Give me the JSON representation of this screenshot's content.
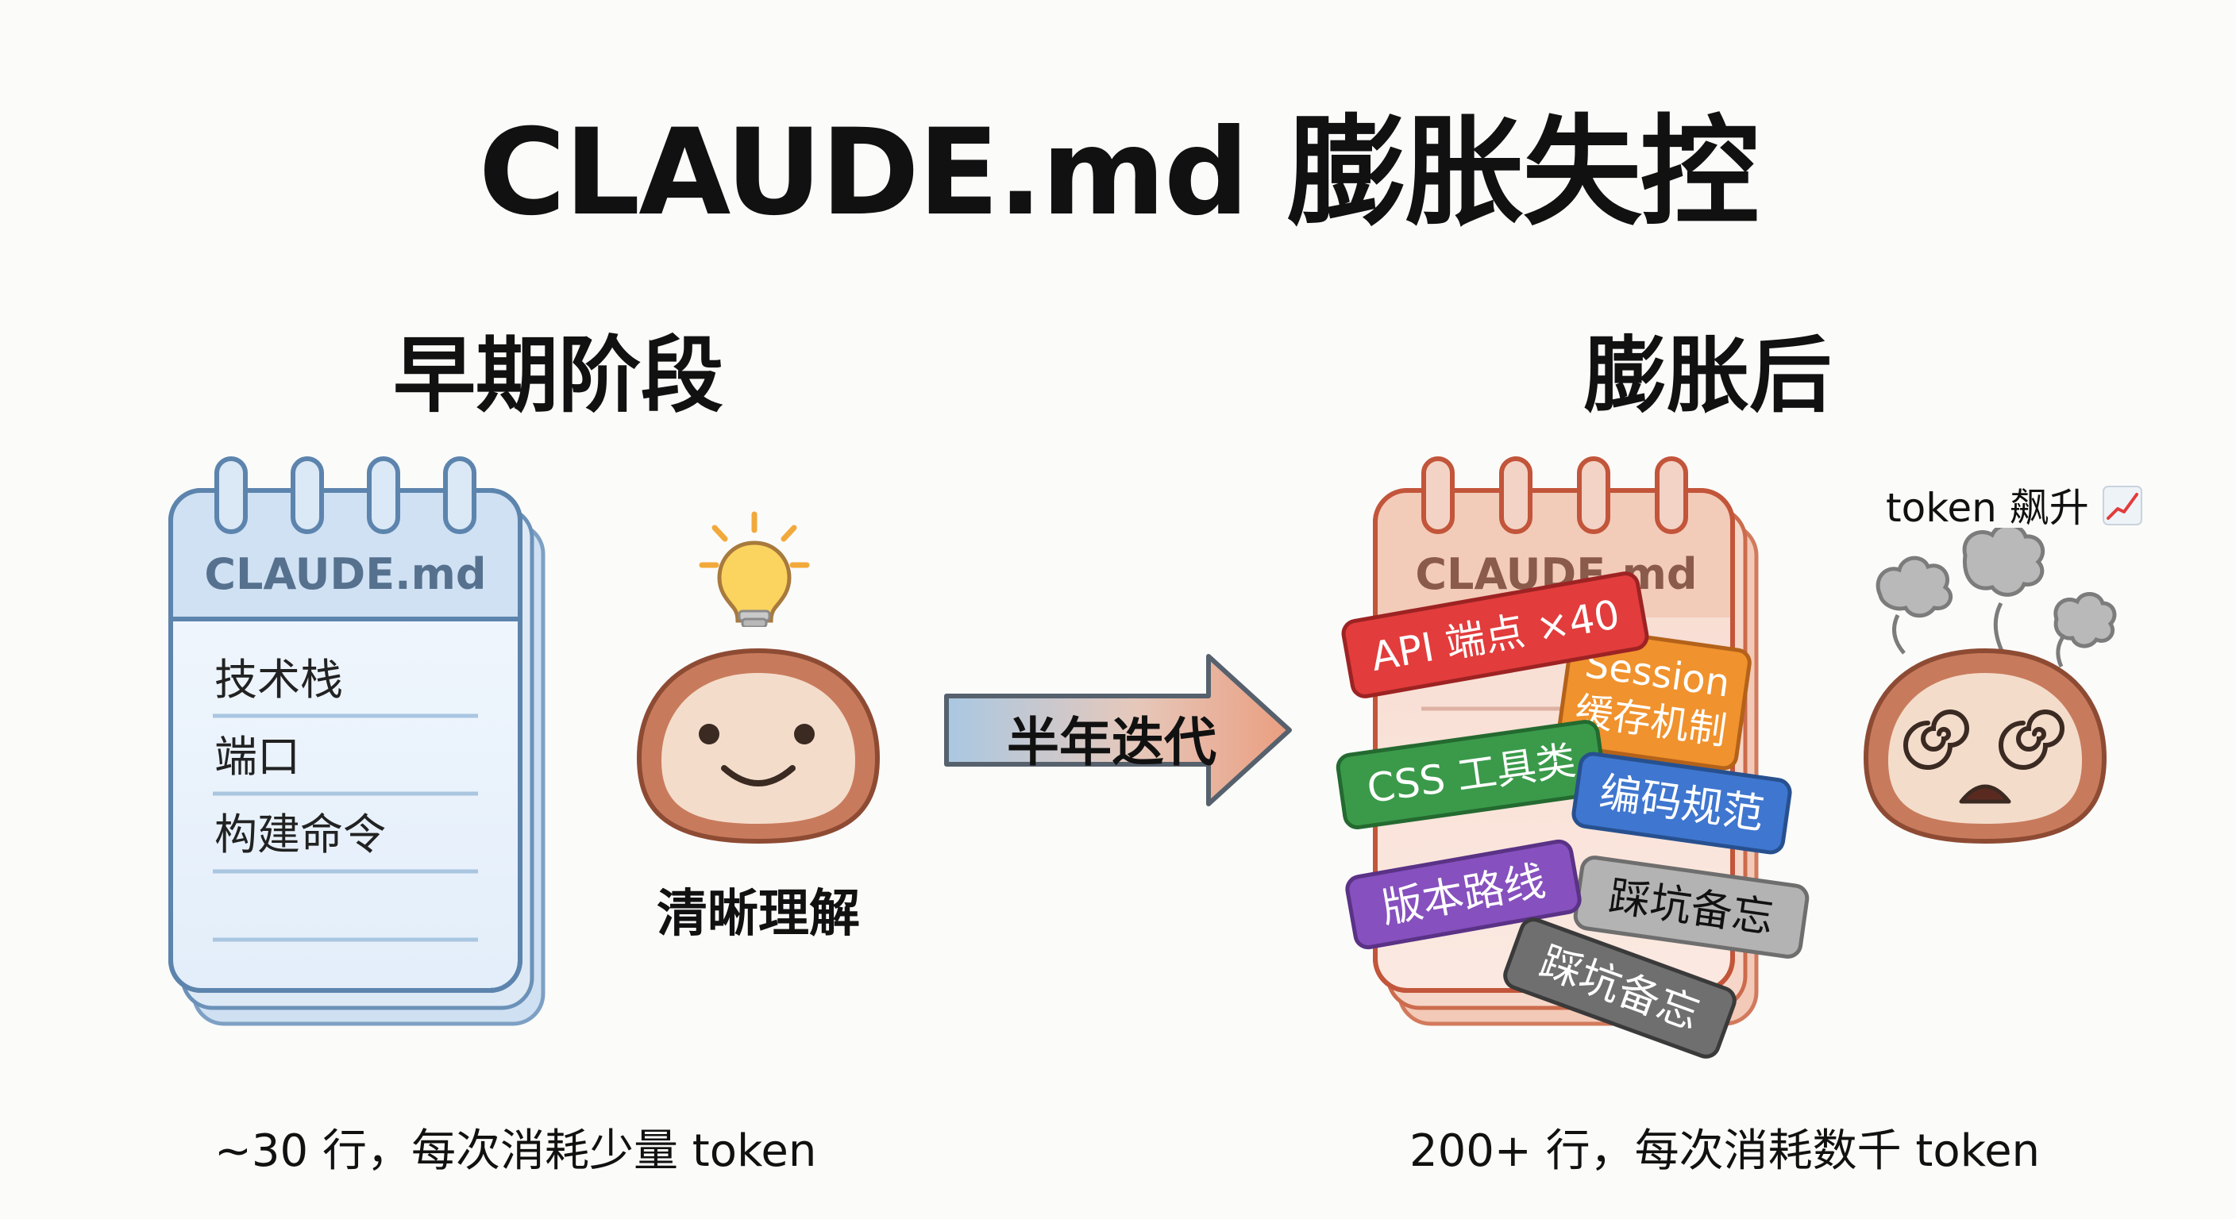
{
  "title": "CLAUDE.md 膨胀失控",
  "early": {
    "heading": "早期阶段",
    "file_label": "CLAUDE.md",
    "lines": [
      "技术栈",
      "端口",
      "构建命令"
    ],
    "face_caption": "清晰理解",
    "caption": "~30 行，每次消耗少量 token",
    "icon": "lightbulb-icon",
    "colors": {
      "notebook": "#dce9f6",
      "border": "#5c84ad",
      "face": "#c87b5c"
    }
  },
  "arrow": {
    "label": "半年迭代",
    "icon": "arrow-right-icon"
  },
  "late": {
    "heading": "膨胀后",
    "file_label": "CLAUDE.md",
    "token_note": "token 飙升",
    "token_icon": "chart-increasing-icon",
    "caption": "200+ 行，每次消耗数千 token",
    "tags": [
      {
        "text": "API 端点 ×40",
        "color": "#e23c3c"
      },
      {
        "text": "Session",
        "text2": "缓存机制",
        "color": "#f0922d"
      },
      {
        "text": "CSS 工具类",
        "color": "#3a9a4a"
      },
      {
        "text": "编码规范",
        "color": "#3f76cf"
      },
      {
        "text": "版本路线",
        "color": "#8650be"
      },
      {
        "text": "踩坑备忘",
        "color": "#b3b3b3"
      },
      {
        "text": "踩坑备忘",
        "color": "#6f6f6f"
      }
    ],
    "colors": {
      "notebook": "#f6d8cb",
      "border": "#c2553a",
      "face": "#c87b5c"
    }
  }
}
